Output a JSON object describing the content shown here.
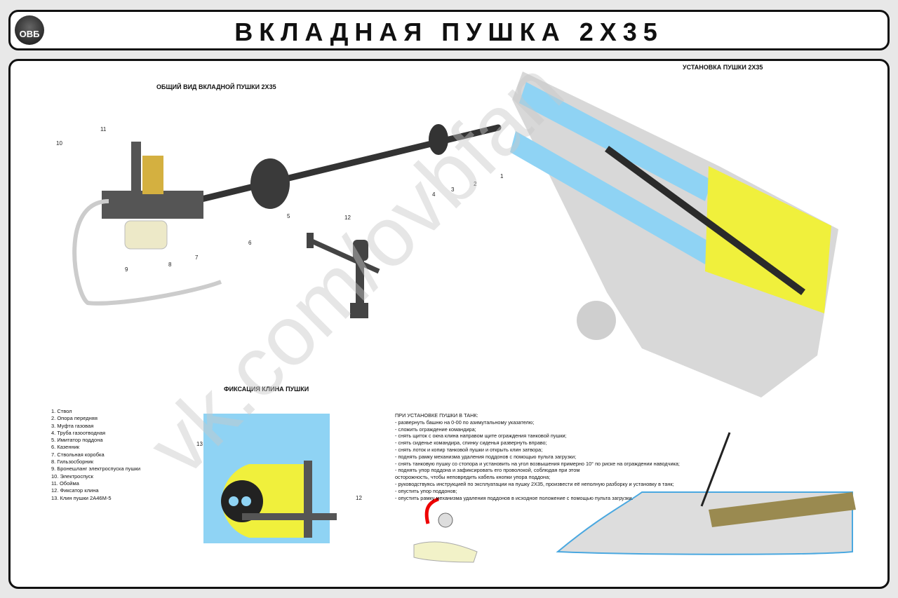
{
  "header": {
    "logo_text": "ОВБ",
    "title": "ВКЛАДНАЯ ПУШКА 2Х35"
  },
  "sections": {
    "general_view": "ОБЩИЙ ВИД ВКЛАДНОЙ ПУШКИ 2Х35",
    "installation": "УСТАНОВКА ПУШКИ 2Х35",
    "wedge_fix": "ФИКСАЦИЯ КЛИНА ПУШКИ"
  },
  "callouts": [
    "1",
    "2",
    "3",
    "4",
    "5",
    "6",
    "7",
    "8",
    "9",
    "10",
    "11",
    "12",
    "13"
  ],
  "legend": [
    "1. Ствол",
    "2. Опора передняя",
    "3. Муфта газовая",
    "4. Труба газоотводная",
    "5. Имитатор поддона",
    "6. Казенник",
    "7. Ствольная коробка",
    "8. Гильзосборник",
    "9. Бронешланг электроспуска пушки",
    "10. Электроспуск",
    "11. Обойма",
    "12. Фиксатор клина",
    "13. Клин пушки 2А46М-5"
  ],
  "instructions": {
    "title": "ПРИ УСТАНОВКЕ ПУШКИ В ТАНК:",
    "steps": [
      "- развернуть башню на 0-00 по азимутальному указателю;",
      "- сложить ограждение командира;",
      "- снять щиток с окна клина направом щите ограждения танковой пушки;",
      "- снять сиденье командира, спинку сиденья развернуть вправо;",
      "- снять лоток и копир танковой пушки и открыть клин затвора;",
      "- поднять рамку механизма удаления поддонов с помощью пульта загрузки;",
      "- снять танковую пушку со стопора и установить на угол возвышения примерно 10° по риске на ограждении наводчика;",
      "- поднять упор поддона и зафиксировать его проволокой, соблюдая при этом",
      "осторожность, чтобы неповредить кабель кнопки упора поддона;",
      "- руководствуясь инструкцией по эксплуатации на пушку 2Х35, произвести её неполную разборку и установку в танк;",
      "- опустить упор поддонов;",
      "- опустить рамку механизма удаления поддонов в исходное положение с помощью пульта загрузки."
    ]
  },
  "watermark": "vk.com/ovbfan",
  "colors": {
    "cutaway_blue": "#8fd3f4",
    "yellow": "#f0f03c",
    "dark": "#2a2a2a"
  }
}
